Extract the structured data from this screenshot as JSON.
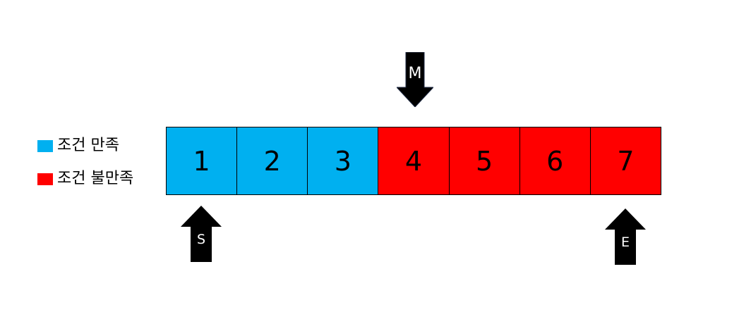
{
  "legend": [
    {
      "label": "조건 만족",
      "color": "#00B0F0"
    },
    {
      "label": "조건 불만족",
      "color": "#FF0000"
    }
  ],
  "cells": [
    {
      "value": "1",
      "color": "#00B0F0"
    },
    {
      "value": "2",
      "color": "#00B0F0"
    },
    {
      "value": "3",
      "color": "#00B0F0"
    },
    {
      "value": "4",
      "color": "#FF0000"
    },
    {
      "value": "5",
      "color": "#FF0000"
    },
    {
      "value": "6",
      "color": "#FF0000"
    },
    {
      "value": "7",
      "color": "#FF0000"
    }
  ],
  "pointers": {
    "start": {
      "label": "S",
      "target_index": 1
    },
    "mid": {
      "label": "M",
      "target_index": 4
    },
    "end": {
      "label": "E",
      "target_index": 7
    }
  }
}
